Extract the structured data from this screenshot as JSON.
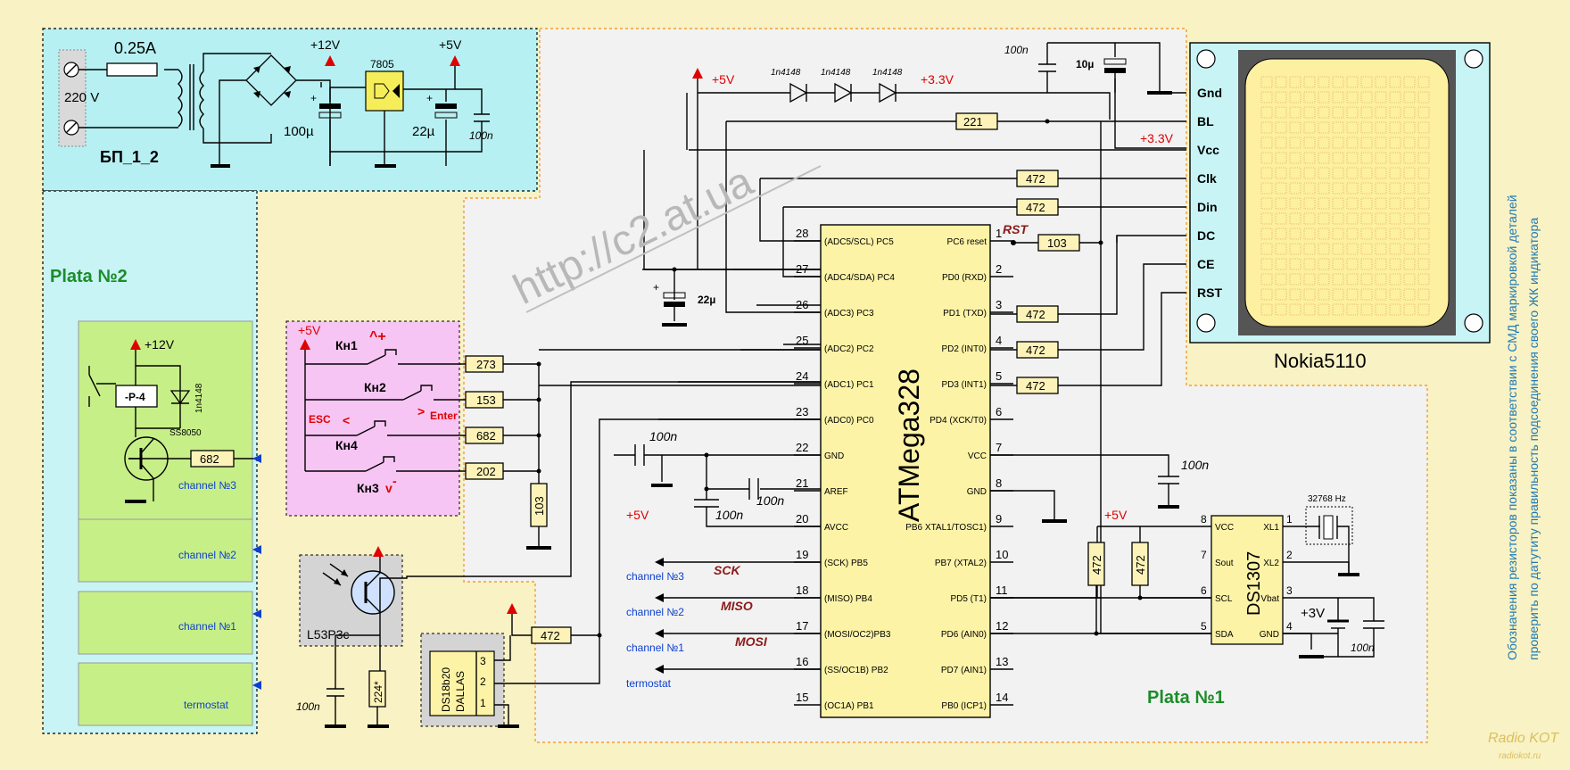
{
  "psu": {
    "fuse": "0.25A",
    "mains": "220 V",
    "v12": "+12V",
    "v5": "+5V",
    "reg": "7805",
    "c1": "100µ",
    "c2": "22µ",
    "c3": "100n",
    "title": "БП_1_2"
  },
  "board2": {
    "title": "Plata №2",
    "v12": "+12V",
    "relay": "-P-4",
    "diode": "1n4148",
    "transistor": "SS8050",
    "resistor": "682",
    "ch3": "channel №3",
    "ch2": "channel №2",
    "ch1": "channel №1",
    "termostat": "termostat"
  },
  "keys": {
    "v5": "+5V",
    "k1": "Кн1",
    "k2": "Кн2",
    "k3": "Кн3",
    "k4": "Кн4",
    "esc": "ESC",
    "enter": "Enter",
    "r1": "273",
    "r2": "153",
    "r3": "682",
    "r4": "202",
    "r5": "103"
  },
  "sensor": {
    "name": "L53P3c",
    "cap": "100n",
    "res": "224*"
  },
  "dallas": {
    "name1": "DS18b20",
    "name2": "DALLAS",
    "p1": "1",
    "p2": "2",
    "p3": "3",
    "res": "472"
  },
  "mcu": {
    "name": "ATMega328",
    "board": "Plata №1",
    "left_pins": [
      {
        "num": "28",
        "name": "(ADC5/SCL) PC5"
      },
      {
        "num": "27",
        "name": "(ADC4/SDA) PC4"
      },
      {
        "num": "26",
        "name": "(ADC3) PC3"
      },
      {
        "num": "25",
        "name": "(ADC2) PC2"
      },
      {
        "num": "24",
        "name": "(ADC1) PC1"
      },
      {
        "num": "23",
        "name": "(ADC0) PC0"
      },
      {
        "num": "22",
        "name": "GND"
      },
      {
        "num": "21",
        "name": "AREF"
      },
      {
        "num": "20",
        "name": "AVCC"
      },
      {
        "num": "19",
        "name": "(SCK) PB5"
      },
      {
        "num": "18",
        "name": "(MISO) PB4"
      },
      {
        "num": "17",
        "name": "(MOSI/OC2)PB3"
      },
      {
        "num": "16",
        "name": "(SS/OC1B) PB2"
      },
      {
        "num": "15",
        "name": "(OC1A) PB1"
      }
    ],
    "right_pins": [
      {
        "num": "1",
        "name": "PC6 reset"
      },
      {
        "num": "2",
        "name": "PD0 (RXD)"
      },
      {
        "num": "3",
        "name": "PD1 (TXD)"
      },
      {
        "num": "4",
        "name": "PD2 (INT0)"
      },
      {
        "num": "5",
        "name": "PD3 (INT1)"
      },
      {
        "num": "6",
        "name": "PD4 (XCK/T0)"
      },
      {
        "num": "7",
        "name": "VCC"
      },
      {
        "num": "8",
        "name": "GND"
      },
      {
        "num": "9",
        "name": "PB6 XTAL1/TOSC1)"
      },
      {
        "num": "10",
        "name": "PB7 (XTAL2)"
      },
      {
        "num": "11",
        "name": "PD5  (T1)"
      },
      {
        "num": "12",
        "name": "PD6 (AIN0)"
      },
      {
        "num": "13",
        "name": "PD7 (AIN1)"
      },
      {
        "num": "14",
        "name": "PB0 (ICP1)"
      }
    ],
    "rst": "RST",
    "r_rst": "103",
    "r_d1": "472",
    "r_d2": "472",
    "r_d3": "472",
    "cap22": "22µ",
    "cap_gnd": "100n",
    "cap_aref": "100n",
    "cap_avcc": "100n",
    "cap_vcc": "100n",
    "v5_avcc": "+5V",
    "sck": "SCK",
    "miso": "MISO",
    "mosi": "MOSI",
    "ch3": "channel №3",
    "ch2": "channel №2",
    "ch1": "channel №1",
    "termostat": "termostat"
  },
  "top": {
    "v5": "+5V",
    "d1": "1n4148",
    "d2": "1n4148",
    "d3": "1n4148",
    "v33": "+3.3V",
    "c100n": "100n",
    "c10u": "10µ",
    "r221": "221",
    "r_clk": "472",
    "r_din": "472",
    "v33b": "+3.3V"
  },
  "lcd": {
    "name": "Nokia5110",
    "pins": [
      "Gnd",
      "BL",
      "Vcc",
      "Clk",
      "Din",
      "DC",
      "CE",
      "RST"
    ]
  },
  "rtc": {
    "name": "DS1307",
    "v5": "+5V",
    "r1": "472",
    "r2": "472",
    "crystal": "32768 Hz",
    "bat": "+3V",
    "cap": "100n",
    "pins_left": [
      "VCC",
      "Sout",
      "SCL",
      "SDA"
    ],
    "pins_right": [
      "XL1",
      "XL2",
      "Vbat",
      "GND"
    ],
    "nums_left": [
      "8",
      "7",
      "6",
      "5"
    ],
    "nums_right": [
      "1",
      "2",
      "3",
      "4"
    ]
  },
  "watermark": "http://c2.at.ua",
  "side_note1": "Обозначения резисторов показаны в соответствии с СМД маркировкой деталей",
  "side_note2": "проверить  по датутиту правильность подсоединения своего ЖК индикатора",
  "logo": "Radio KOT",
  "logo_url": "radiokot.ru",
  "colors": {
    "background": "#f9f2c4",
    "psu_panel": "#b7f0f2",
    "board2_panel": "#c8f4f6",
    "module_panel": "#c7ef88",
    "keys_panel": "#f7c5f3",
    "board1_panel": "#f2f2f2",
    "lcd_screen": "#fdf0a0",
    "mcu_body": "#fdf3a6",
    "wire_red": "#e00000",
    "label_green": "#1c8c2a"
  }
}
